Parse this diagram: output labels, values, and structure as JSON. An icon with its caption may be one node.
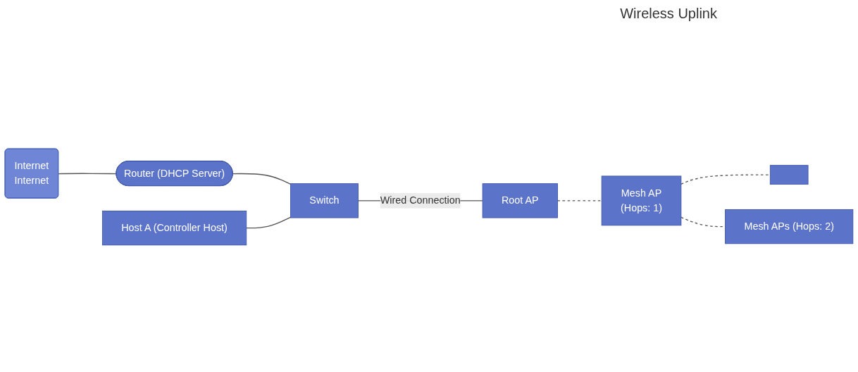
{
  "diagram": {
    "nodes": [
      {
        "text": [
          "Internet",
          "Internet"
        ]
      },
      {
        "text": [
          "Router (DHCP Server)"
        ]
      },
      {
        "text": [
          "Switch"
        ]
      },
      {
        "text": [
          "Host A (Controller Host)"
        ]
      },
      {
        "text": [
          "Root AP"
        ]
      },
      {
        "text": [
          "Mesh AP",
          "(Hops: 1)"
        ]
      },
      {
        "text": [],
        "shape": "box"
      },
      {
        "text": [
          "Mesh APs (Hops: 2)"
        ]
      }
    ],
    "edges": [
      {
        "from": 0,
        "to": 1,
        "arrow": "none"
      },
      {
        "from": 1,
        "to": 2,
        "arrow": "none"
      },
      {
        "from": 3,
        "to": 2,
        "arrow": "none"
      },
      {
        "from": 2,
        "to": 4,
        "label": "Wired Connection",
        "arrow": "none"
      },
      {
        "from": 4,
        "to": 5,
        "arrow": "none",
        "style": "dashed"
      },
      {
        "from": 5,
        "to": 6,
        "arrow": "none",
        "style": "dashed"
      },
      {
        "from": 5,
        "to": 7,
        "arrow": "none",
        "style": "dashed"
      }
    ],
    "labels": [
      "Wireless Uplink"
    ]
  }
}
